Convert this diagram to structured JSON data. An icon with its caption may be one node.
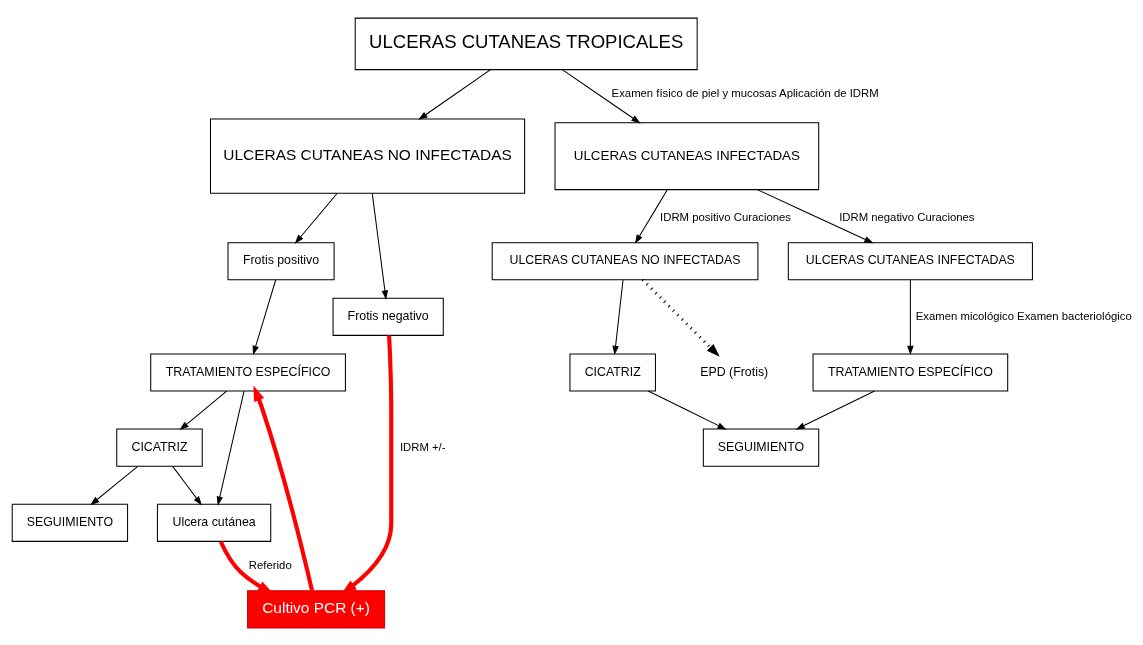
{
  "diagram": {
    "nodes": [
      {
        "text": [
          "ULCERAS CUTANEAS TROPICALES"
        ]
      },
      {
        "text": [
          "ULCERAS CUTANEAS NO INFECTADAS"
        ]
      },
      {
        "text": [
          "ULCERAS CUTANEAS INFECTADAS"
        ]
      },
      {
        "text": [
          "Frotis positivo"
        ]
      },
      {
        "text": [
          "Frotis negativo"
        ]
      },
      {
        "text": [
          "TRATAMIENTO ESPECÍFICO"
        ]
      },
      {
        "text": [
          "Cultivo PCR (+)"
        ]
      },
      {
        "text": [
          "CICATRIZ"
        ]
      },
      {
        "text": [
          "Ulcera cutánea"
        ]
      },
      {
        "text": [
          "SEGUIMIENTO"
        ]
      },
      {
        "text": [
          "EPD (Frotis)"
        ]
      },
      {
        "text": [
          "ULCERAS CUTANEAS NO INFECTADAS"
        ]
      },
      {
        "text": [
          "ULCERAS CUTANEAS INFECTADAS"
        ]
      },
      {
        "text": [
          "CICATRIZ"
        ]
      },
      {
        "text": [
          "TRATAMIENTO ESPECÍFICO"
        ]
      },
      {
        "text": [
          "SEGUIMIENTO"
        ]
      }
    ],
    "edges": [
      {
        "from": 0,
        "to": 1,
        "arrow": "to"
      },
      {
        "from": 0,
        "to": 2,
        "arrow": "to",
        "label": "Examen físico de piel y mucosas Aplicación de IDRM"
      },
      {
        "from": 1,
        "to": 3,
        "arrow": "to"
      },
      {
        "from": 1,
        "to": 4,
        "arrow": "to"
      },
      {
        "from": 3,
        "to": 5,
        "arrow": "to"
      },
      {
        "from": 4,
        "to": 6,
        "arrow": "to",
        "label": "IDRM +/-",
        "style": "thick",
        "color": "#ff0000"
      },
      {
        "from": 6,
        "to": 5,
        "arrow": "to",
        "style": "thick",
        "color": "#ff0000"
      },
      {
        "from": 8,
        "to": 6,
        "arrow": "to",
        "label": "Referido",
        "style": "thick",
        "color": "#ff0000"
      },
      {
        "from": 5,
        "to": 7,
        "arrow": "to"
      },
      {
        "from": 5,
        "to": 8,
        "arrow": "to"
      },
      {
        "from": 7,
        "to": 8,
        "arrow": "to"
      },
      {
        "from": 7,
        "to": 9,
        "arrow": "to"
      },
      {
        "from": 11,
        "to": 10,
        "arrow": "to",
        "style": "dashed"
      },
      {
        "from": 2,
        "to": 11,
        "arrow": "to",
        "label": "IDRM positivo Curaciones"
      },
      {
        "from": 2,
        "to": 12,
        "arrow": "to",
        "label": "IDRM negativo Curaciones"
      },
      {
        "from": 11,
        "to": 13,
        "arrow": "to"
      },
      {
        "from": 13,
        "to": 15,
        "arrow": "to"
      },
      {
        "from": 12,
        "to": 14,
        "arrow": "to",
        "label": "Examen micológico Examen bacteriológico"
      },
      {
        "from": 14,
        "to": 15,
        "arrow": "to"
      }
    ]
  }
}
